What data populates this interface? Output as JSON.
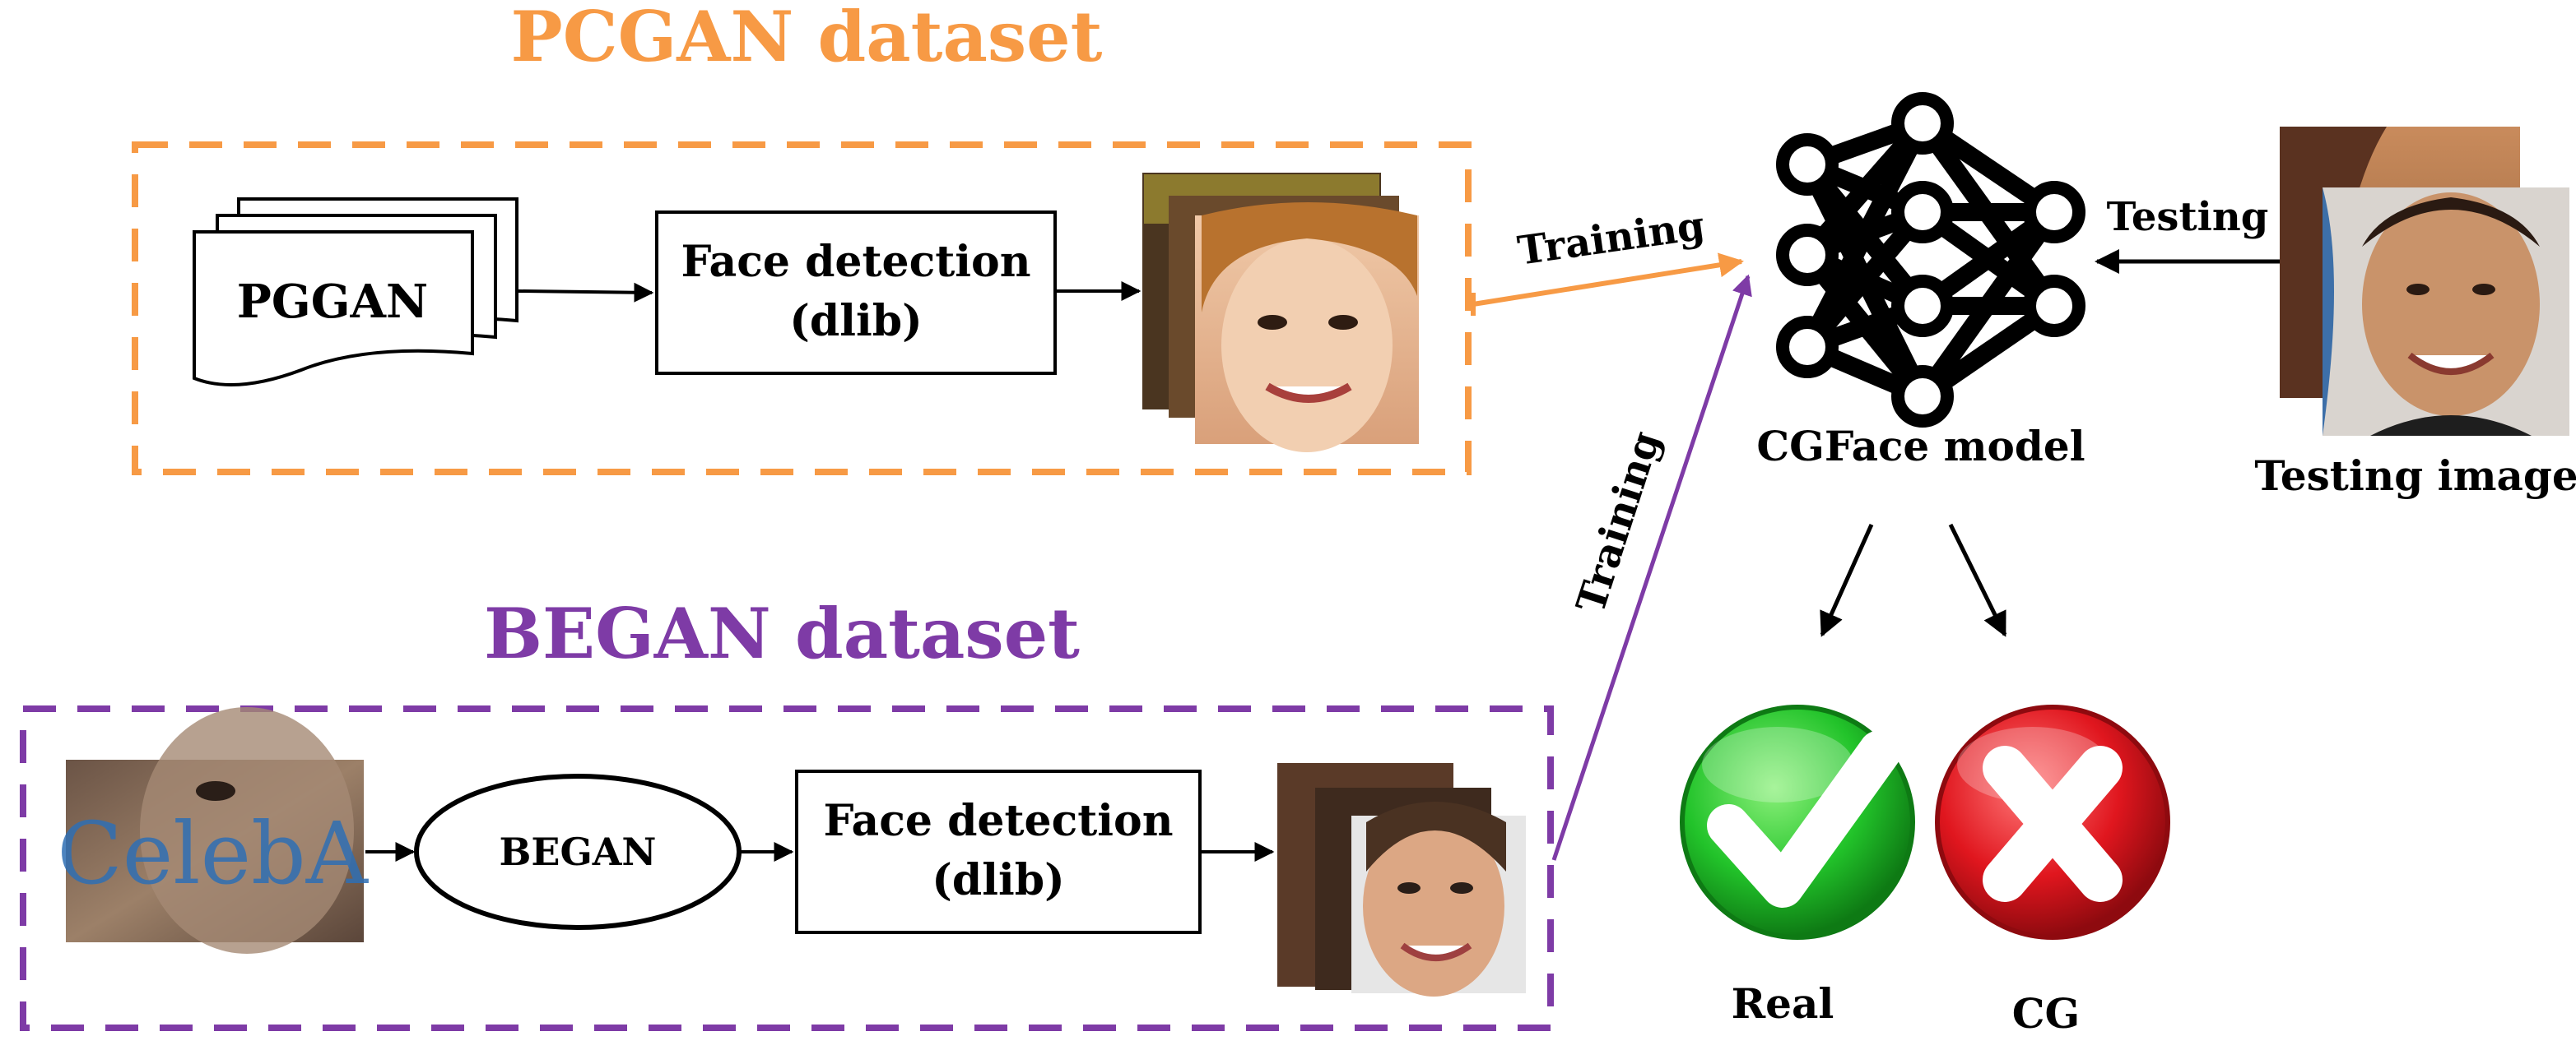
{
  "colors": {
    "pcgan": "#F79A45",
    "began": "#7E3BA6",
    "ink": "#000000",
    "real": "#22C32A",
    "cg": "#E0161E"
  },
  "pcgan": {
    "title": "PCGAN dataset",
    "source_label": "PGGAN",
    "face_detection_line1": "Face detection",
    "face_detection_line2": "(dlib)"
  },
  "began": {
    "title": "BEGAN dataset",
    "source_label": "CelebA",
    "generator_label": "BEGAN",
    "face_detection_line1": "Face detection",
    "face_detection_line2": "(dlib)"
  },
  "training_label_top": "Training",
  "training_label_bottom": "Training",
  "testing_label": "Testing",
  "model_label": "CGFace model",
  "testing_image_label": "Testing image",
  "outputs": {
    "real": "Real",
    "cg": "CG"
  },
  "icons": [
    "document-stack-icon",
    "neural-network-icon",
    "check-icon",
    "cross-icon"
  ]
}
